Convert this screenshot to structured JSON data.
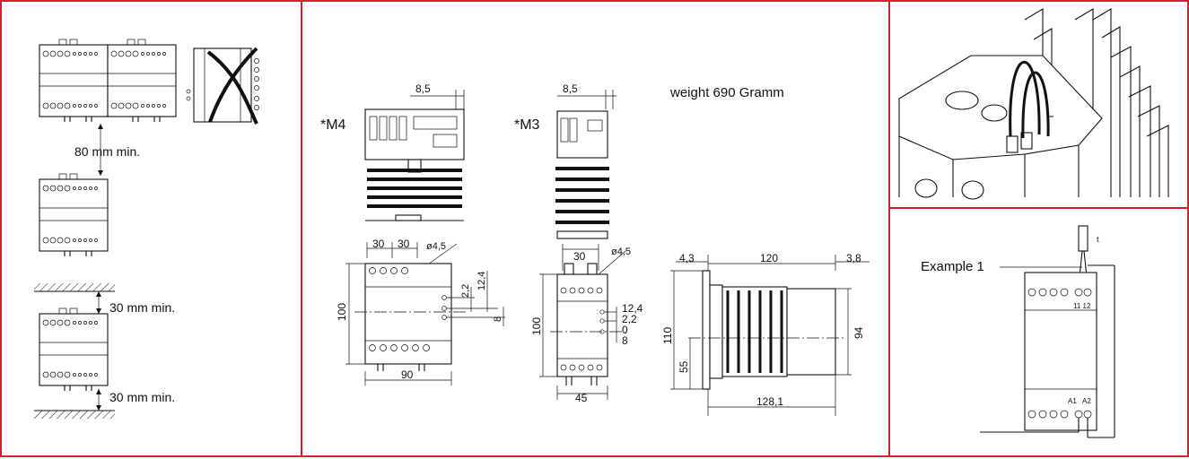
{
  "mounting": {
    "gap_80": "80 mm min.",
    "gap_30_top": "30 mm min.",
    "gap_30_bottom": "30 mm min."
  },
  "dimensions": {
    "m4_label": "*M4",
    "m3_label": "*M3",
    "weight": "weight 690 Gramm",
    "m4_top_offset": "8,5",
    "m3_top_offset": "8,5",
    "m4_width_a": "30",
    "m4_width_b": "30",
    "m4_hole": "ø4,5",
    "m4_height": "100",
    "m4_v1": "2,2",
    "m4_v2": "12,4",
    "m4_v3": "8",
    "m4_width": "90",
    "m3_width_a": "30",
    "m3_hole": "ø4,5",
    "m3_height": "100",
    "m3_v1": "12,4",
    "m3_v2": "2,2",
    "m3_v3": "0",
    "m3_v4": "8",
    "m3_width": "45",
    "side_left": "4,3",
    "side_top": "120",
    "side_right": "3,8",
    "side_height": "110",
    "side_mid": "55",
    "side_inner": "94",
    "side_bottom": "128,1"
  },
  "example": {
    "label": "Example 1",
    "t_label": "t",
    "terminals_top": "11 12",
    "terminal_a1": "A1",
    "terminal_a2": "A2"
  }
}
